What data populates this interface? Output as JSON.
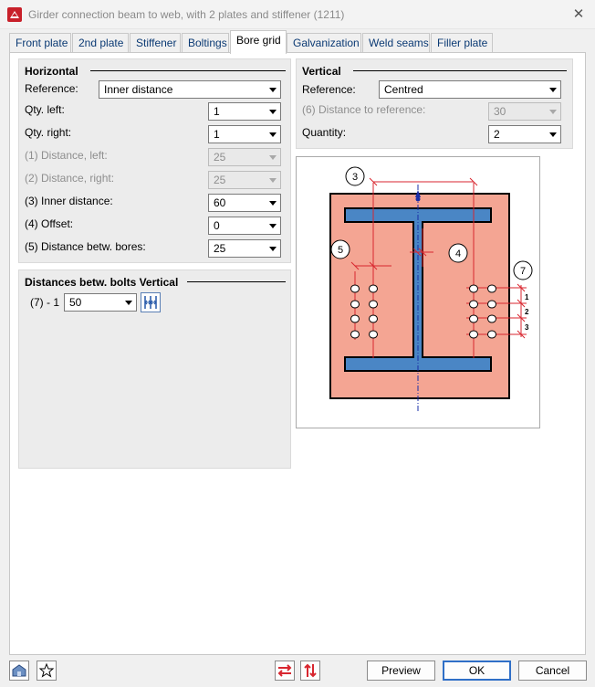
{
  "window": {
    "title": "Girder connection beam to web, with 2 plates and stiffener (1211)",
    "close_glyph": "✕"
  },
  "tabs": [
    {
      "label": "Front plate"
    },
    {
      "label": "2nd plate"
    },
    {
      "label": "Stiffener"
    },
    {
      "label": "Boltings"
    },
    {
      "label": "Bore grid",
      "active": true
    },
    {
      "label": "Galvanization"
    },
    {
      "label": "Weld seams"
    },
    {
      "label": "Filler plate"
    }
  ],
  "horizontal": {
    "title": "Horizontal",
    "reference_label": "Reference:",
    "reference_value": "Inner distance",
    "qty_left_label": "Qty. left:",
    "qty_left_value": "1",
    "qty_right_label": "Qty. right:",
    "qty_right_value": "1",
    "dist_left_label": "(1) Distance, left:",
    "dist_left_value": "25",
    "dist_right_label": "(2) Distance, right:",
    "dist_right_value": "25",
    "inner_label": "(3) Inner distance:",
    "inner_value": "60",
    "offset_label": "(4) Offset:",
    "offset_value": "0",
    "bores_label": "(5) Distance betw. bores:",
    "bores_value": "25"
  },
  "vertical": {
    "title": "Vertical",
    "reference_label": "Reference:",
    "reference_value": "Centred",
    "dist_ref_label": "(6) Distance to reference:",
    "dist_ref_value": "30",
    "quantity_label": "Quantity:",
    "quantity_value": "2"
  },
  "bolts_vertical": {
    "title": "Distances betw. bolts Vertical",
    "row_label": "(7) - 1",
    "row_value": "50"
  },
  "diagram": {
    "callouts": [
      "3",
      "5",
      "4",
      "7"
    ],
    "small_labels": [
      "1",
      "2",
      "3"
    ],
    "plate_color": "#f4a593",
    "beam_color": "#4a86c5"
  },
  "footer": {
    "preview_label": "Preview",
    "ok_label": "OK",
    "cancel_label": "Cancel",
    "accent_red": "#d8262f"
  }
}
